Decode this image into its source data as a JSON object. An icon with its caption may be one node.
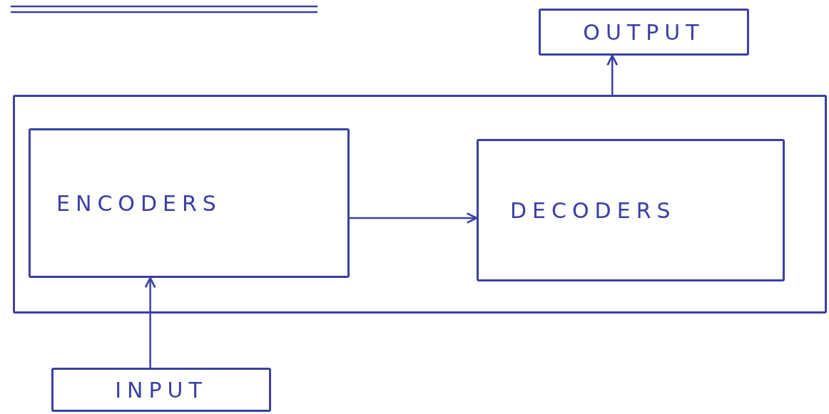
{
  "diagram": {
    "nodes": [
      {
        "text": [
          "OUTPUT"
        ]
      },
      {
        "text": [],
        "shape": "box"
      },
      {
        "text": [
          "ENCODERS"
        ],
        "in": 1
      },
      {
        "text": [
          "DECODERS"
        ],
        "in": 1
      },
      {
        "text": [
          "INPUT"
        ]
      }
    ],
    "edges": [
      {
        "from": 4,
        "to": 2,
        "arrow": "to"
      },
      {
        "from": 2,
        "to": 3,
        "arrow": "to"
      },
      {
        "from": 1,
        "to": 0,
        "arrow": "to"
      }
    ]
  }
}
